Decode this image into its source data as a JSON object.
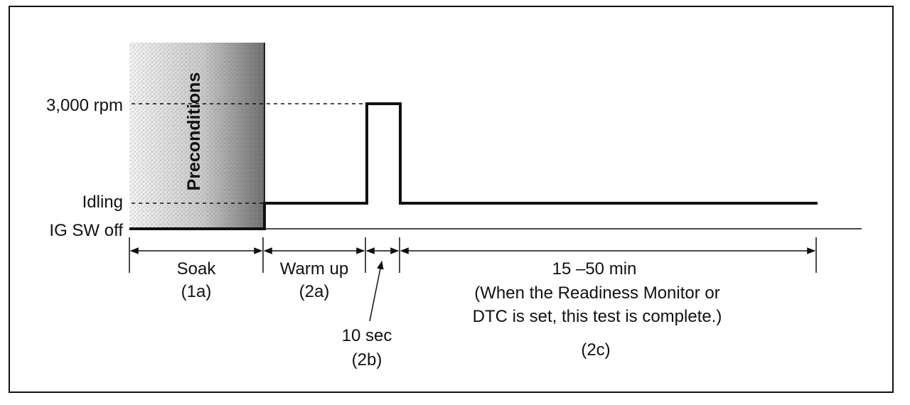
{
  "levels": {
    "rpm": "3,000 rpm",
    "idling": "Idling",
    "ig_off": "IG SW off"
  },
  "preconditions_label": "Preconditions",
  "phases": {
    "soak": {
      "label": "Soak",
      "code": "(1a)"
    },
    "warm_up": {
      "label": "Warm up",
      "code": "(2a)"
    },
    "ten_sec": {
      "label": "10 sec",
      "code": "(2b)"
    },
    "main": {
      "label": "15 –50 min",
      "note_line1": "(When the Readiness Monitor or",
      "note_line2": "DTC is set, this test is complete.)",
      "code": "(2c)"
    }
  }
}
